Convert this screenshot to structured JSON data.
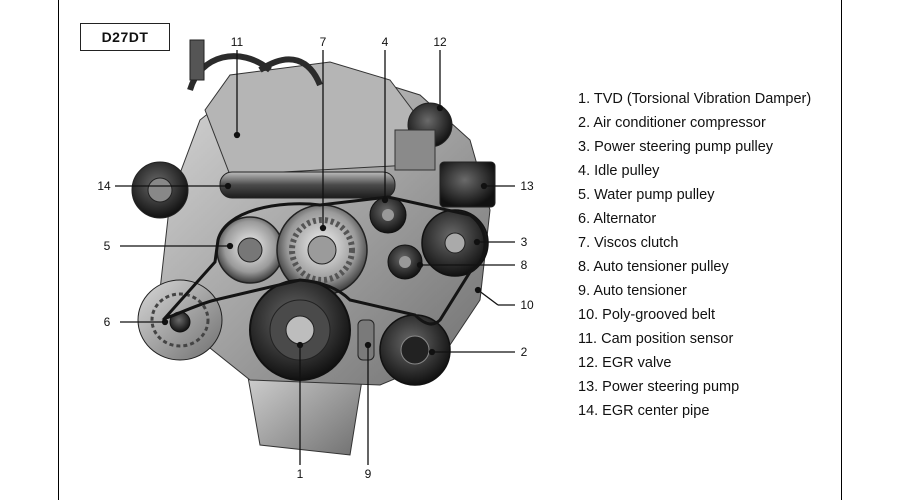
{
  "model_label": "D27DT",
  "callouts": [
    "1",
    "2",
    "3",
    "4",
    "5",
    "6",
    "7",
    "8",
    "9",
    "10",
    "11",
    "12",
    "13",
    "14"
  ],
  "legend": [
    "1. TVD (Torsional Vibration Damper)",
    "2. Air conditioner compressor",
    "3. Power steering pump pulley",
    "4. Idle pulley",
    "5. Water pump pulley",
    "6. Alternator",
    "7. Viscos clutch",
    "8. Auto tensioner pulley",
    "9. Auto tensioner",
    "10. Poly-grooved belt",
    "11. Cam position sensor",
    "12. EGR valve",
    "13. Power steering pump",
    "14. EGR center pipe"
  ],
  "colors": {
    "engine_dark": "#2e2e2e",
    "engine_mid": "#7a7a7a",
    "engine_light": "#c9c9c9",
    "text": "#111111"
  }
}
